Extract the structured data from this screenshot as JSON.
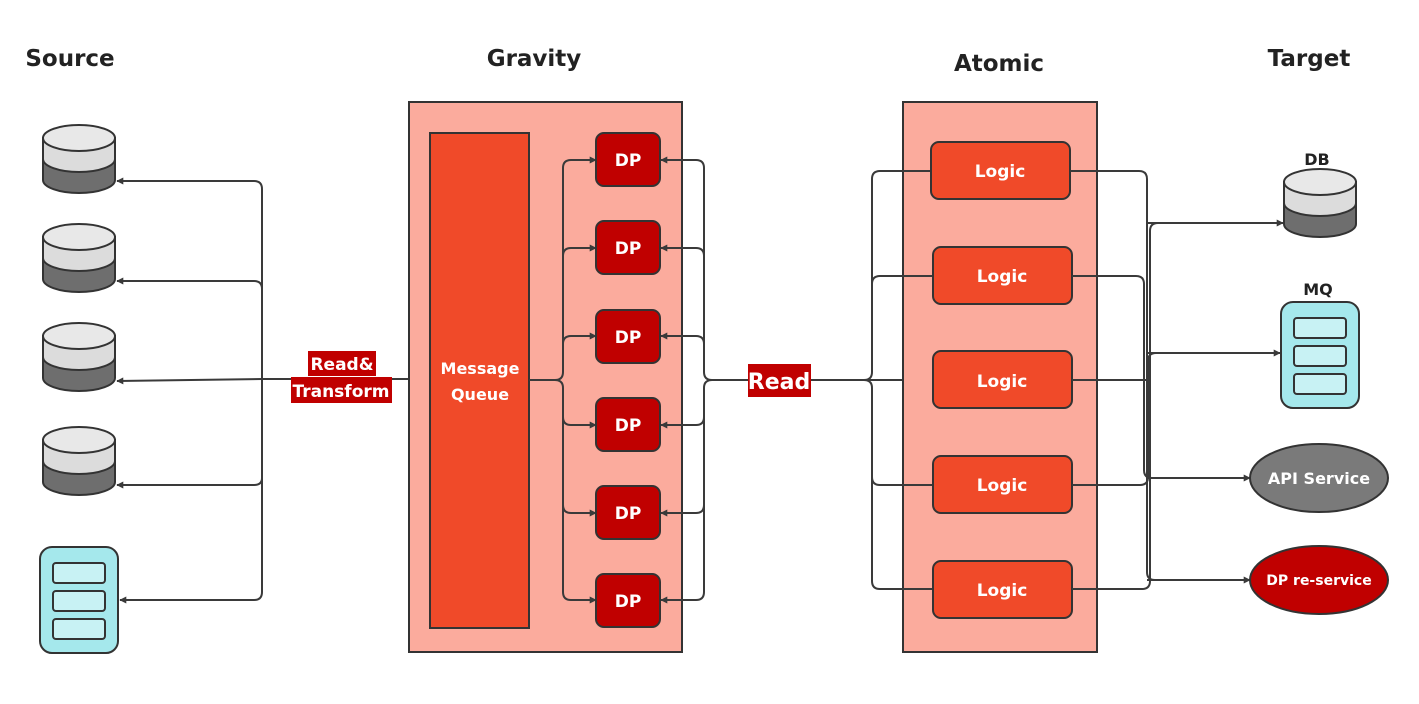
{
  "headers": {
    "source": "Source",
    "gravity": "Gravity",
    "atomic": "Atomic",
    "target": "Target"
  },
  "gravity": {
    "queue_line1": "Message",
    "queue_line2": "Queue",
    "dp_nodes": [
      "DP",
      "DP",
      "DP",
      "DP",
      "DP",
      "DP"
    ]
  },
  "edges": {
    "source_label_line1": "Read&",
    "source_label_line2": "Transform",
    "read_label": "Read"
  },
  "atomic": {
    "logic_nodes": [
      "Logic",
      "Logic",
      "Logic",
      "Logic",
      "Logic"
    ]
  },
  "targets": {
    "db": "DB",
    "mq": "MQ",
    "api": "API Service",
    "dp_reservice": "DP re-service"
  },
  "colors": {
    "container_fill": "#fbab9d",
    "queue_fill": "#f04a29",
    "dp_fill": "#c00000",
    "logic_fill": "#f04a29",
    "mq_fill": "#a5e8ec",
    "api_fill": "#7a7a7a",
    "label_bg": "#c00000"
  }
}
